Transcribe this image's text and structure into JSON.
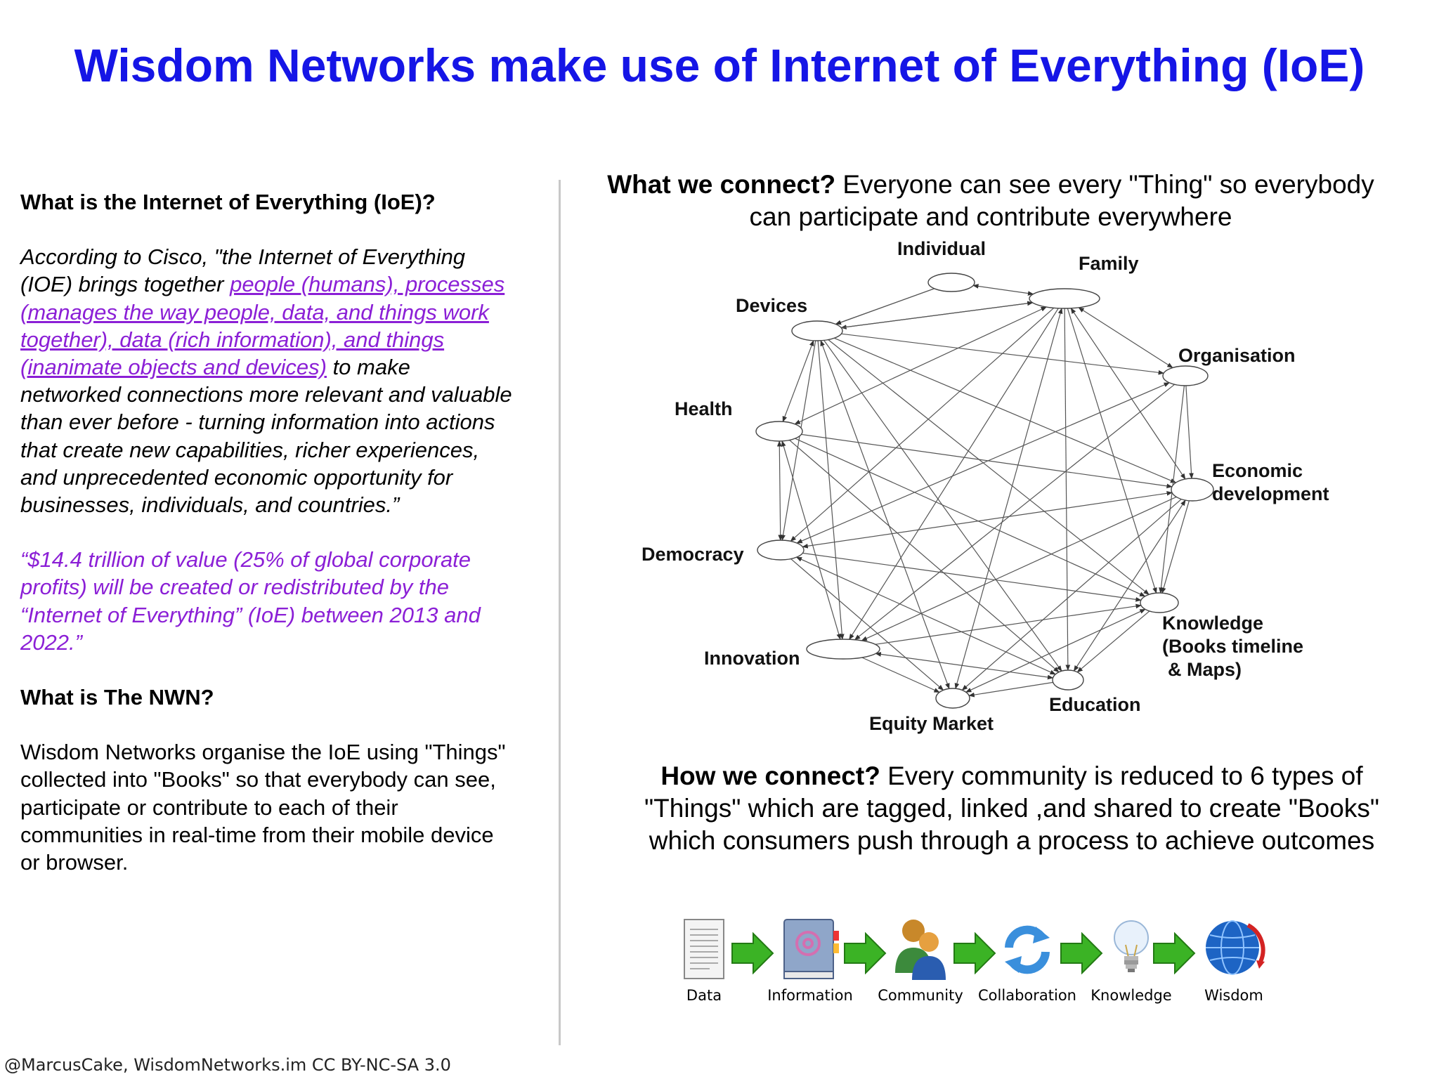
{
  "title": "Wisdom Networks make use of Internet of Everything (IoE)",
  "left": {
    "heading1": "What is the Internet of Everything (IoE)?",
    "quote_intro": "According to Cisco, \"the Internet of Everything (IOE) brings together ",
    "quote_link": "people (humans), processes (manages the way people, data, and things work together), data (rich information), and things (inanimate objects and devices)",
    "quote_rest": " to make networked connections more relevant and valuable than ever before - turning information into actions that create new capabilities, richer experiences, and unprecedented economic opportunity for businesses, individuals, and countries.”",
    "stat": "“$14.4 trillion of value (25% of global corporate profits) will be created or redistributed by the “Internet of Everything” (IoE) between 2013 and 2022.”",
    "heading2": "What is The NWN?",
    "body": "Wisdom Networks organise the IoE using \"Things\" collected into \"Books\" so that everybody can see, participate or contribute to each of their communities in real-time from their mobile device or browser."
  },
  "what_connect": {
    "bold": "What we connect?",
    "text": " Everyone can see every \"Thing\" so everybody can participate and contribute everywhere"
  },
  "network": {
    "nodes": [
      "Individual",
      "Family",
      "Devices",
      "Organisation",
      "Health",
      "Economic development",
      "Democracy",
      "Knowledge (Books timeline & Maps)",
      "Innovation",
      "Education",
      "Equity Market"
    ],
    "labels": {
      "individual": "Individual",
      "family": "Family",
      "devices": "Devices",
      "organisation": "Organisation",
      "health": "Health",
      "economic_1": "Economic",
      "economic_2": "development",
      "democracy": "Democracy",
      "knowledge_1": "Knowledge",
      "knowledge_2": "(Books timeline",
      "knowledge_3": "& Maps)",
      "innovation": "Innovation",
      "education": "Education",
      "equity": "Equity Market"
    }
  },
  "how_connect": {
    "bold": "How we connect?",
    "text": " Every community is reduced to 6 types of \"Things\" which are tagged, linked ,and shared to create \"Books\" which consumers push through a process to achieve outcomes"
  },
  "process": {
    "steps": [
      "Data",
      "Information",
      "Community",
      "Collaboration",
      "Knowledge",
      "Wisdom"
    ],
    "icons": [
      "document-icon",
      "book-icon",
      "people-icon",
      "cycle-icon",
      "lightbulb-icon",
      "globe-icon"
    ],
    "arrow_color": "#3bb325"
  },
  "footer": "@MarcusCake, WisdomNetworks.im CC BY-NC-SA 3.0",
  "colors": {
    "title": "#1515e6",
    "link": "#8b1fd6"
  }
}
